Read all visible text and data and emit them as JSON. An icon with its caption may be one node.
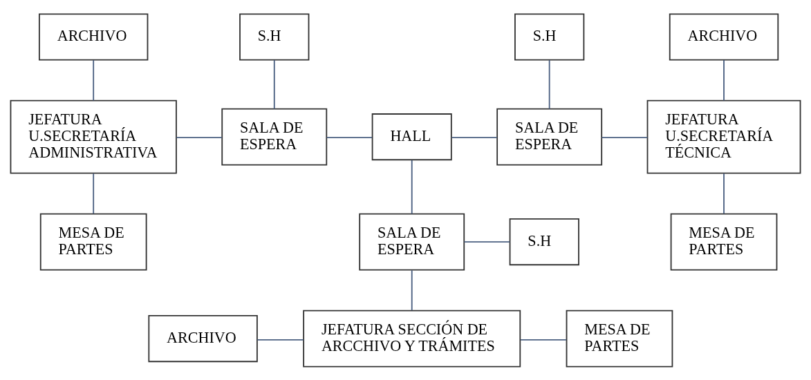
{
  "diagram": {
    "nodes": [
      {
        "text": [
          "ARCHIVO"
        ]
      },
      {
        "text": [
          "JEFATURA U.SECRETARÍA ADMINISTRATIVA"
        ]
      },
      {
        "text": [
          "MESA DE PARTES"
        ]
      },
      {
        "text": [
          "S.H"
        ]
      },
      {
        "text": [
          "SALA DE ESPERA"
        ]
      },
      {
        "text": [
          "HALL"
        ]
      },
      {
        "text": [
          "S.H"
        ]
      },
      {
        "text": [
          "SALA DE ESPERA"
        ]
      },
      {
        "text": [
          "ARCHIVO"
        ]
      },
      {
        "text": [
          "JEFATURA U.SECRETARÍA TÉCNICA"
        ]
      },
      {
        "text": [
          "MESA DE PARTES"
        ]
      },
      {
        "text": [
          "SALA DE ESPERA"
        ]
      },
      {
        "text": [
          "S.H"
        ]
      },
      {
        "text": [
          "ARCHIVO"
        ]
      },
      {
        "text": [
          "JEFATURA SECCIÓN DE ARCCHIVO Y TRÁMITES"
        ]
      },
      {
        "text": [
          "MESA DE PARTES"
        ]
      }
    ],
    "edges": [
      {
        "from": 0,
        "to": 1,
        "arrow": "none"
      },
      {
        "from": 1,
        "to": 2,
        "arrow": "none"
      },
      {
        "from": 1,
        "to": 4,
        "arrow": "none"
      },
      {
        "from": 3,
        "to": 4,
        "arrow": "none"
      },
      {
        "from": 4,
        "to": 5,
        "arrow": "none"
      },
      {
        "from": 5,
        "to": 7,
        "arrow": "none"
      },
      {
        "from": 6,
        "to": 7,
        "arrow": "none"
      },
      {
        "from": 7,
        "to": 9,
        "arrow": "none"
      },
      {
        "from": 8,
        "to": 9,
        "arrow": "none"
      },
      {
        "from": 9,
        "to": 10,
        "arrow": "none"
      },
      {
        "from": 5,
        "to": 11,
        "arrow": "none"
      },
      {
        "from": 11,
        "to": 12,
        "arrow": "none"
      },
      {
        "from": 11,
        "to": 14,
        "arrow": "none"
      },
      {
        "from": 13,
        "to": 14,
        "arrow": "none"
      },
      {
        "from": 14,
        "to": 15,
        "arrow": "none"
      }
    ]
  }
}
